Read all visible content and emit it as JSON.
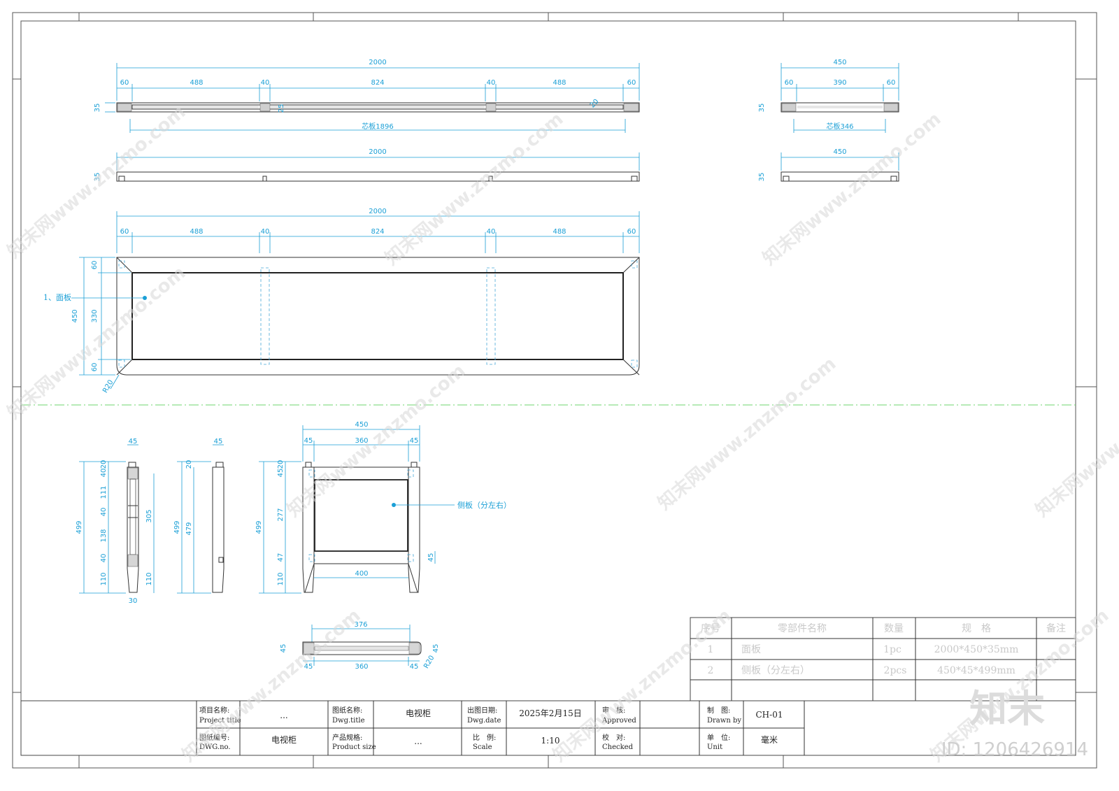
{
  "top_view": {
    "overall": "2000",
    "segments": [
      "60",
      "488",
      "40",
      "824",
      "40",
      "488",
      "60"
    ],
    "thickness": "35",
    "small_dims": [
      "25",
      "20"
    ],
    "core": "芯板1896"
  },
  "front_view": {
    "overall": "2000",
    "thickness": "35"
  },
  "panel_view": {
    "overall": "2000",
    "segments": [
      "60",
      "488",
      "40",
      "824",
      "40",
      "488",
      "60"
    ],
    "height": "450",
    "v_segments": [
      "60",
      "330",
      "60"
    ],
    "radius": "R20",
    "callout": "1、面板"
  },
  "side_top": {
    "overall": "450",
    "segments": [
      "60",
      "390",
      "60"
    ],
    "thickness": "35",
    "core": "芯板346"
  },
  "side_front": {
    "overall": "450",
    "thickness": "35"
  },
  "leg_section": {
    "width": "45",
    "height": "499",
    "v_segments": [
      "20",
      "40",
      "111",
      "40",
      "138",
      "40",
      "110"
    ],
    "right": [
      "305",
      "110"
    ],
    "bottom": "30"
  },
  "leg_side": {
    "width": "45",
    "height": "499",
    "inner": "479",
    "top": "20"
  },
  "side_panel": {
    "overall": "450",
    "segments": [
      "45",
      "360",
      "45"
    ],
    "height": "499",
    "v_segments": [
      "20",
      "45",
      "277",
      "47",
      "110"
    ],
    "bottom": "400",
    "rail": "45",
    "callout": "侧板（分左右）"
  },
  "rail_section": {
    "top": "376",
    "bottom": [
      "45",
      "360",
      "45"
    ],
    "height": "45",
    "radius": "R20"
  },
  "bom": {
    "headers": [
      "序号",
      "零部件名称",
      "数量",
      "规　格",
      "备注"
    ],
    "rows": [
      [
        "1",
        "面板",
        "1pc",
        "2000*450*35mm",
        ""
      ],
      [
        "2",
        "侧板（分左右）",
        "2pcs",
        "450*45*499mm",
        ""
      ]
    ]
  },
  "title_block": {
    "project_label": "项目名称:",
    "project_label_en": "Project title",
    "project_value": "...",
    "drawing_label": "图纸名称:",
    "drawing_label_en": "Dwg.title",
    "drawing_value": "电视柜",
    "date_label": "出图日期:",
    "date_label_en": "Dwg.date",
    "date_value": "2025年2月15日",
    "approved_label": "审　核:",
    "approved_label_en": "Approved",
    "approved_value": "",
    "drawn_label": "制　图:",
    "drawn_label_en": "Drawn by",
    "drawn_value": "CH-01",
    "no_label": "图纸编号:",
    "no_label_en": "DWG.no.",
    "no_value": "电视柜",
    "size_label": "产品规格:",
    "size_label_en": "Product size",
    "size_value": "...",
    "scale_label": "比　例:",
    "scale_label_en": "Scale",
    "scale_value": "1:10",
    "checked_label": "校　对:",
    "checked_label_en": "Checked",
    "checked_value": "",
    "unit_label": "单　位:",
    "unit_label_en": "Unit",
    "unit_value": "毫米"
  },
  "watermark": {
    "text": "知末网www.znzmo.com",
    "logo": "知末",
    "id": "ID: 1206426914"
  },
  "colors": {
    "dimension": "#1a9fd6",
    "centerline": "#6fd46f",
    "line": "#333333"
  }
}
